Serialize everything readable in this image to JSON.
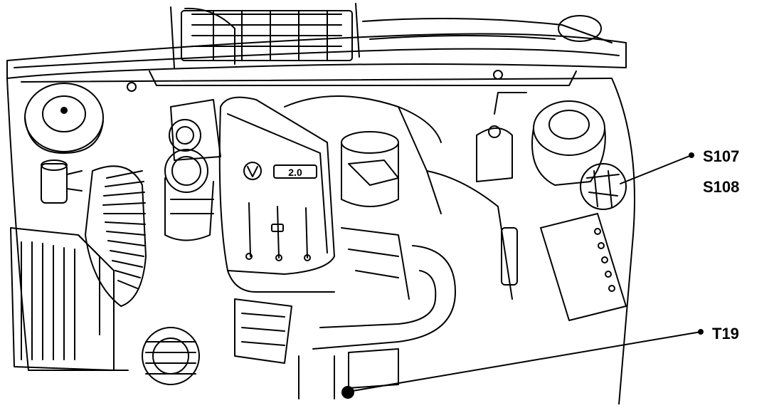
{
  "labels": {
    "s107": "S107",
    "s108": "S108",
    "t19": "T19"
  },
  "engine_badge": "2.0",
  "colors": {
    "ink": "#000000",
    "paper": "#ffffff"
  }
}
